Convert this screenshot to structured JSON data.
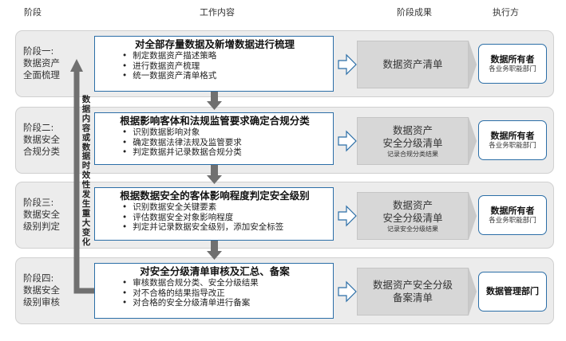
{
  "headers": {
    "stage": "阶段",
    "work": "工作内容",
    "result": "阶段成果",
    "executor": "执行方"
  },
  "stages": [
    {
      "label": "阶段一:\n数据资产\n全面梳理",
      "work_title": "对全部存量数据及新增数据进行梳理",
      "items": [
        "制定数据资产描述策略",
        "进行数据资产梳理",
        "统一数据资产清单格式"
      ],
      "result": "数据资产清单",
      "result_note": "",
      "executor": "数据所有者",
      "executor_sub": "各业务职能部门"
    },
    {
      "label": "阶段二:\n数据安全\n合规分类",
      "work_title": "根据影响客体和法规监管要求确定合规分类",
      "items": [
        "识别数据影响对象",
        "确定数据法律法规及监管要求",
        "判定数据并记录数据合规分类"
      ],
      "result": "数据资产\n安全分级清单",
      "result_note": "记录合规分类结果",
      "executor": "数据所有者",
      "executor_sub": "各业务职能部门"
    },
    {
      "label": "阶段三:\n数据安全\n级别判定",
      "work_title": "根据数据安全的客体影响程度判定安全级别",
      "items": [
        "识别数据安全关键要素",
        "评估数据安全对象影响程度",
        "判定并记录数据安全级别，添加安全标签"
      ],
      "result": "数据资产\n安全分级清单",
      "result_note": "记录安全分级结果",
      "executor": "数据所有者",
      "executor_sub": "各业务职能部门"
    },
    {
      "label": "阶段四:\n数据安全\n级别审核",
      "work_title": "对安全分级清单审核及汇总、备案",
      "items": [
        "审核数据合规分类、安全分级结果",
        "对不合格的结果指导改正",
        "对合格的安全分级清单进行备案"
      ],
      "result": "数据资产安全分级\n备案清单",
      "result_note": "",
      "executor": "数据管理部门",
      "executor_sub": ""
    }
  ],
  "feedback_label": "数据内容或数据时效性发生重大变化",
  "colors": {
    "accent_blue": "#2b6ea7",
    "arrow_gray": "#707070",
    "band_gray": "#ececec",
    "result_gray": "#d7d7d7"
  }
}
